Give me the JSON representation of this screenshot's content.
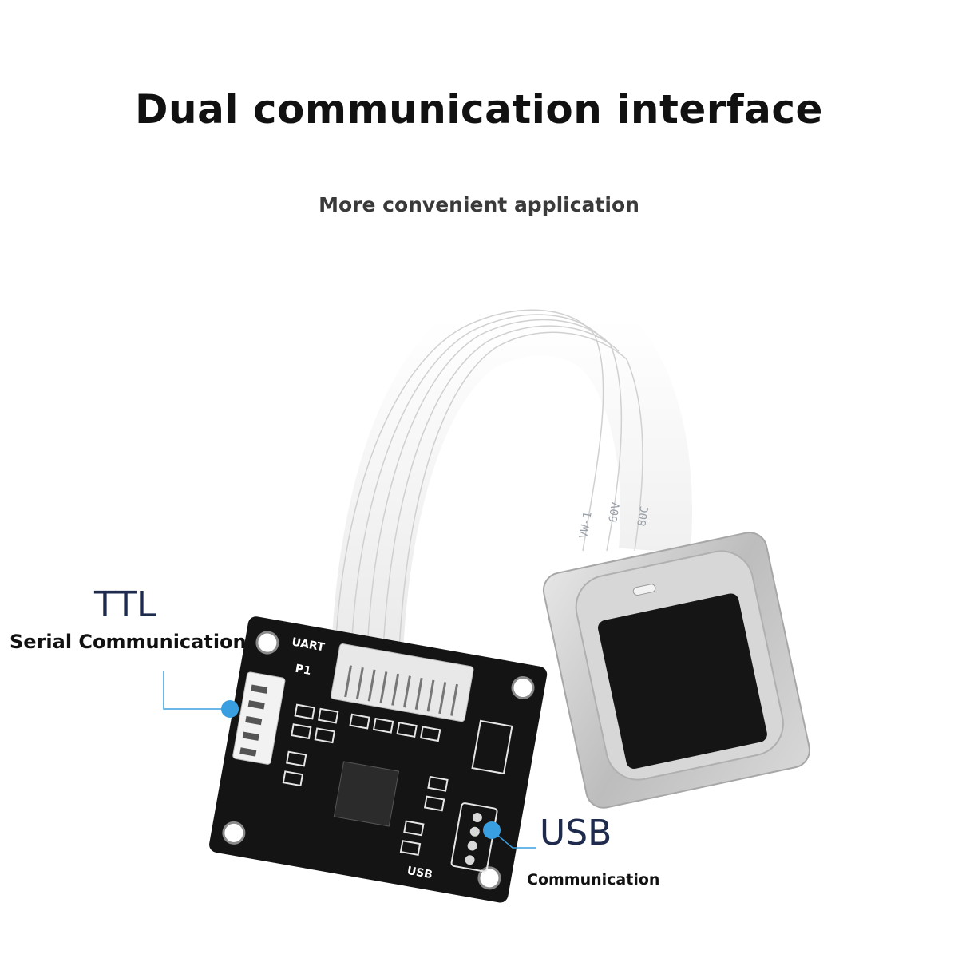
{
  "header": {
    "title": "Dual communication interface",
    "subtitle": "More convenient application"
  },
  "callouts": {
    "ttl": {
      "title": "TTL",
      "subtitle": "Serial Communication"
    },
    "usb": {
      "title": "USB",
      "subtitle": "Communication"
    }
  },
  "board": {
    "silkscreen_uart": "UART",
    "silkscreen_p1": "P1",
    "silkscreen_usb": "USB"
  },
  "cable": {
    "print_marks": [
      "VW-1",
      "60V",
      "80C"
    ]
  },
  "colors": {
    "accent_dot": "#3a9fe0",
    "board": "#141414",
    "cable_stiffener": "#2a5cc8",
    "sensor_shell": "#c9c9c9"
  }
}
